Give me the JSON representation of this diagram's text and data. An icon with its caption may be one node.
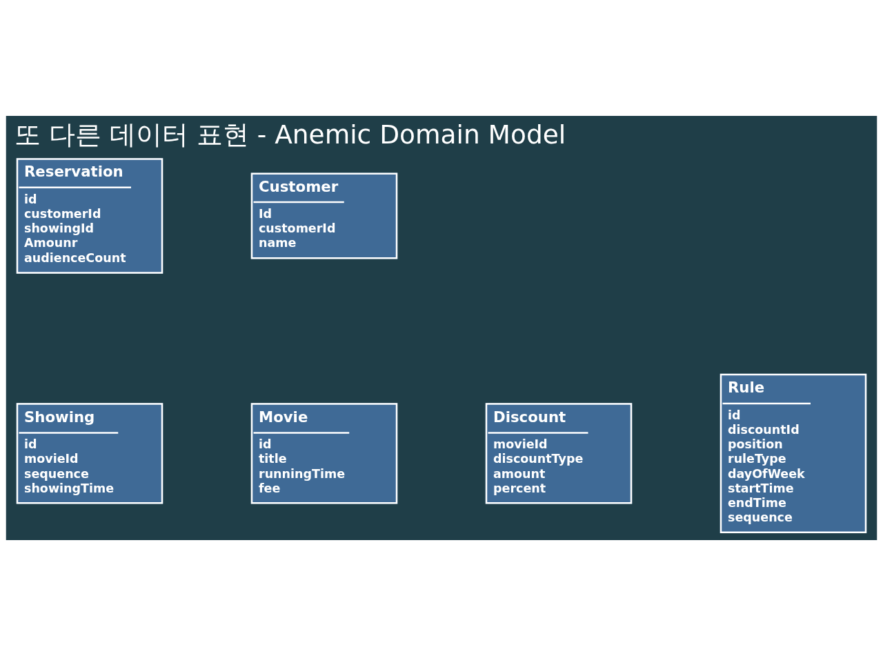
{
  "diagram": {
    "title": "또 다른 데이터 표현 - Anemic Domain Model",
    "nodes": [
      {
        "text": [
          "Reservation",
          "id",
          "customerId",
          "showingId",
          "Amounr",
          "audienceCount"
        ]
      },
      {
        "text": [
          "Customer",
          "Id",
          "customerId",
          "name"
        ]
      },
      {
        "text": [
          "Showing",
          "id",
          "movieId",
          "sequence",
          "showingTime"
        ]
      },
      {
        "text": [
          "Movie",
          "id",
          "title",
          "runningTime",
          "fee"
        ]
      },
      {
        "text": [
          "Discount",
          "movieId",
          "discountType",
          "amount",
          "percent"
        ]
      },
      {
        "text": [
          "Rule",
          "id",
          "discountId",
          "position",
          "ruleType",
          "dayOfWeek",
          "startTime",
          "endTime",
          "sequence"
        ]
      }
    ]
  }
}
